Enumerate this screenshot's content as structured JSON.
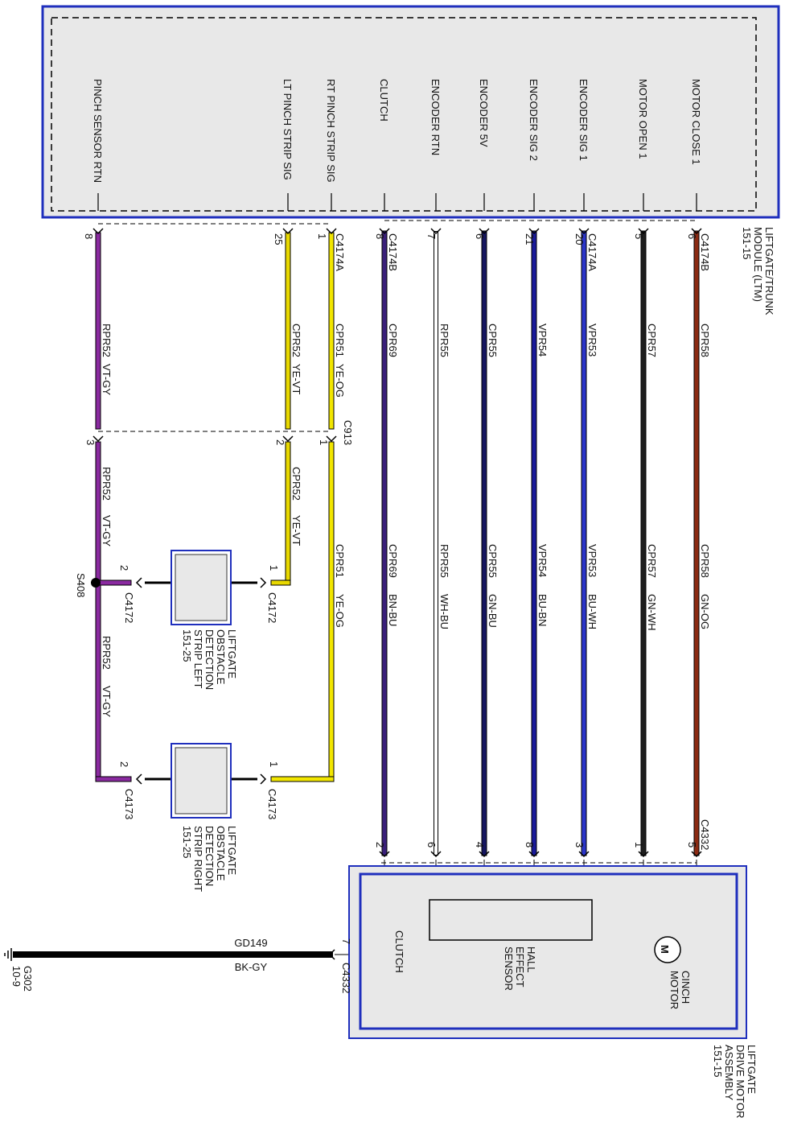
{
  "ltm": {
    "title": [
      "LIFTGATE/TRUNK",
      "MODULE (LTM)",
      "151-15"
    ],
    "pins": [
      {
        "key": "motor_close",
        "label": "MOTOR CLOSE 1"
      },
      {
        "key": "motor_open",
        "label": "MOTOR OPEN 1"
      },
      {
        "key": "enc_sig1",
        "label": "ENCODER SIG 1"
      },
      {
        "key": "enc_sig2",
        "label": "ENCODER SIG 2"
      },
      {
        "key": "enc_5v",
        "label": "ENCODER 5V"
      },
      {
        "key": "enc_rtn",
        "label": "ENCODER RTN"
      },
      {
        "key": "clutch",
        "label": "CLUTCH"
      },
      {
        "key": "rt_pinch",
        "label": "RT PINCH STRIP SIG"
      },
      {
        "key": "lt_pinch",
        "label": "LT PINCH STRIP SIG"
      },
      {
        "key": "pinch_rtn",
        "label": "PINCH SENSOR RTN"
      }
    ]
  },
  "wires": [
    {
      "key": "motor_close",
      "pin_top": "6",
      "connector_top": "C4174B",
      "circuit": "CPR58",
      "color_code": "GN-OG",
      "color": "#8b2a12",
      "pin_bottom": "5",
      "connector_bottom": "C4332"
    },
    {
      "key": "motor_open",
      "pin_top": "5",
      "connector_top": "",
      "circuit": "CPR57",
      "color_code": "GN-WH",
      "color": "#1e1e1e",
      "pin_bottom": "1",
      "connector_bottom": ""
    },
    {
      "key": "enc_sig1",
      "pin_top": "20",
      "connector_top": "C4174A",
      "circuit": "VPR53",
      "color_code": "BU-WH",
      "color": "#2b35c9",
      "pin_bottom": "3",
      "connector_bottom": ""
    },
    {
      "key": "enc_sig2",
      "pin_top": "21",
      "connector_top": "",
      "circuit": "VPR54",
      "color_code": "BU-BN",
      "color": "#1a1a9a",
      "pin_bottom": "8",
      "connector_bottom": ""
    },
    {
      "key": "enc_5v",
      "pin_top": "6",
      "connector_top": "",
      "circuit": "CPR55",
      "color_code": "GN-BU",
      "color": "#161660",
      "pin_bottom": "4",
      "connector_bottom": ""
    },
    {
      "key": "enc_rtn",
      "pin_top": "7",
      "connector_top": "",
      "circuit": "RPR55",
      "color_code": "WH-BU",
      "color": "#ffffff",
      "pin_bottom": "6",
      "connector_bottom": ""
    },
    {
      "key": "clutch",
      "pin_top": "8",
      "connector_top": "C4174B",
      "circuit": "CPR69",
      "color_code": "BN-BU",
      "color": "#3a1f7a",
      "pin_bottom": "2",
      "connector_bottom": ""
    },
    {
      "key": "rt_pinch",
      "pin_top": "1",
      "connector_top": "C4174A",
      "circuit": "CPR51",
      "color_code": "YE-OG",
      "color": "#f2e600"
    },
    {
      "key": "lt_pinch",
      "pin_top": "25",
      "connector_top": "",
      "circuit": "CPR52",
      "color_code": "YE-VT",
      "color": "#e8d800"
    },
    {
      "key": "pinch_rtn",
      "pin_top": "8",
      "connector_top": "",
      "circuit": "RPR52",
      "color_code": "VT-GY",
      "color": "#8a2aa0"
    }
  ],
  "inline_connector": {
    "label": "C913",
    "pins": [
      "1",
      "2",
      "3"
    ]
  },
  "lower_circuits": {
    "rt": {
      "circuit": "CPR51",
      "color_code": "YE-OG"
    },
    "lt": {
      "circuit": "CPR52",
      "color_code": "YE-VT"
    },
    "rtn_upper": {
      "circuit": "RPR52",
      "color_code": "VT-GY"
    },
    "rtn_lower": {
      "circuit": "RPR52",
      "color_code": "VT-GY"
    }
  },
  "splice": {
    "label": "S408"
  },
  "strip_left": {
    "title": [
      "LIFTGATE",
      "OBSTACLE",
      "DETECTION",
      "STRIP LEFT",
      "151-25"
    ],
    "pin_a": "1",
    "connector_a": "C4172",
    "pin_b": "2",
    "connector_b": "C4172"
  },
  "strip_right": {
    "title": [
      "LIFTGATE",
      "OBSTACLE",
      "DETECTION",
      "STRIP RIGHT",
      "151-25"
    ],
    "pin_a": "1",
    "connector_a": "C4173",
    "pin_b": "2",
    "connector_b": "C4173"
  },
  "motor_assembly": {
    "title": [
      "LIFTGATE",
      "DRIVE MOTOR",
      "ASSEMBLY",
      "151-15"
    ],
    "cinch_motor": [
      "CINCH",
      "MOTOR"
    ],
    "motor_symbol": "M",
    "hall_sensor": [
      "HALL",
      "EFFECT",
      "SENSOR"
    ],
    "clutch": "CLUTCH"
  },
  "ground": {
    "circuit": "GD149",
    "color_code": "BK-GY",
    "color": "#000000",
    "pin": "7",
    "connector": "C4332",
    "ground_point": [
      "G302",
      "10-9"
    ]
  }
}
